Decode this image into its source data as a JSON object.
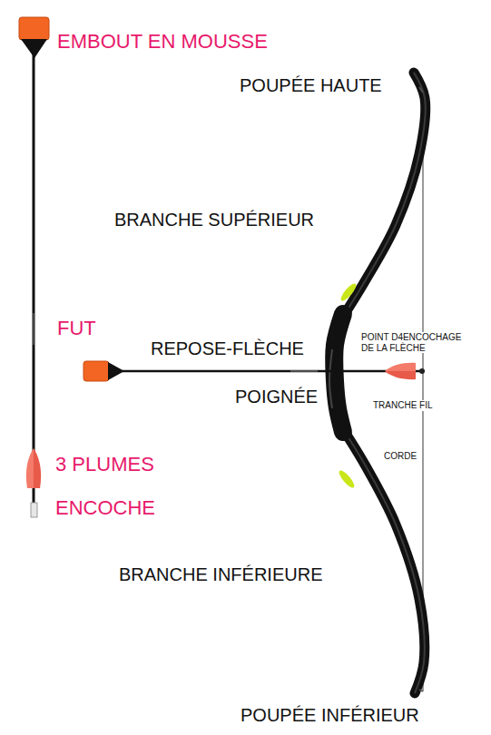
{
  "diagram": {
    "labels": [
      "EMBOUT EN MOUSSE",
      "POUPÉE HAUTE",
      "BRANCHE SUPÉRIEUR",
      "FUT",
      "POINT D4ENCOCHAGE DE LA FLÈCHE",
      "REPOSE-FLÈCHE",
      "POIGNÉE",
      "TRANCHE FIL",
      "3 PLUMES",
      "CORDE",
      "ENCOCHE",
      "BRANCHE INFÉRIEURE",
      "POUPÉE INFÉRIEUR"
    ]
  }
}
